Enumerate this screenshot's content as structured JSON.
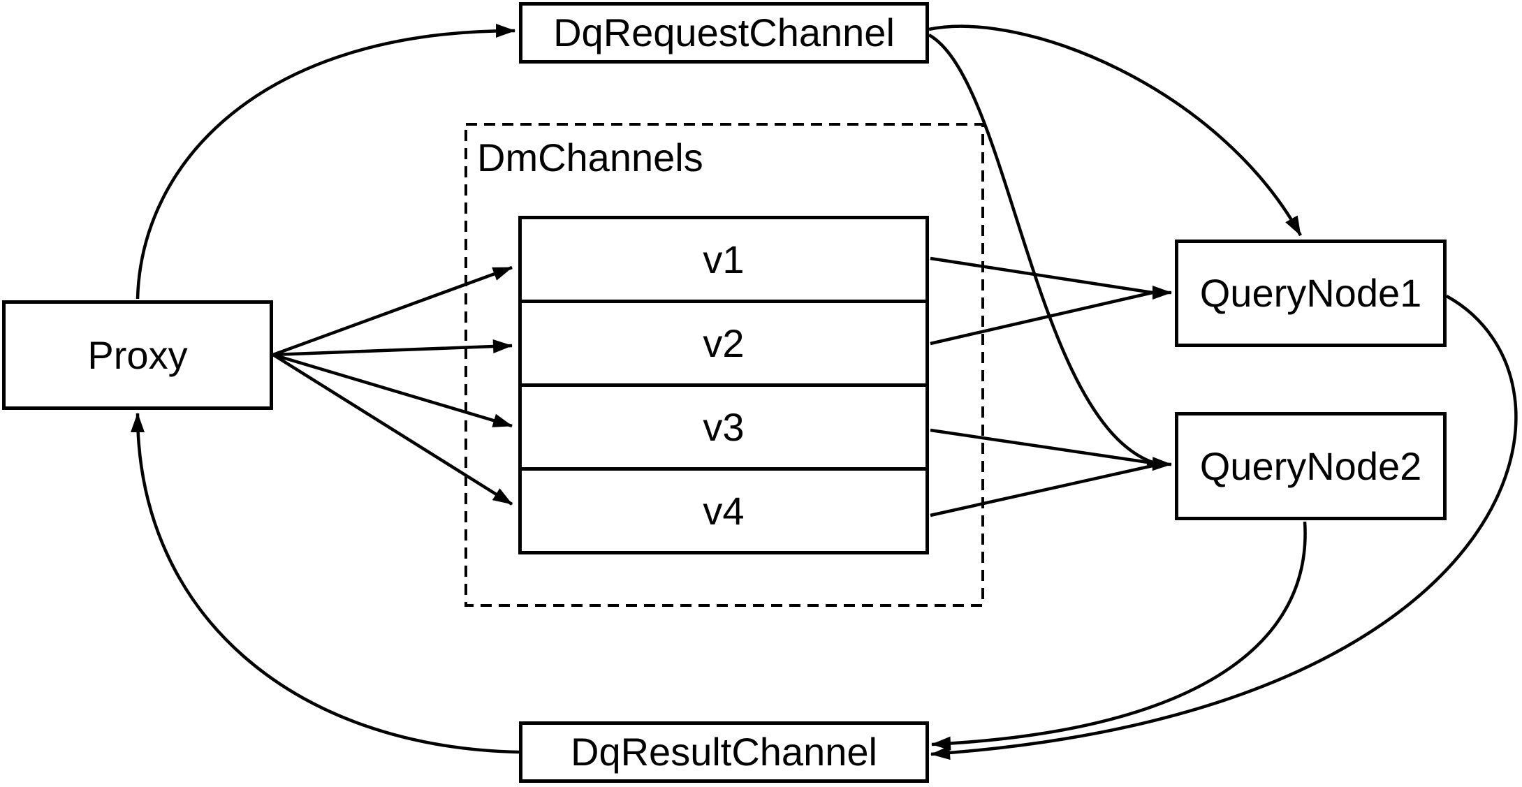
{
  "diagram": {
    "background_color": "#ffffff",
    "stroke_color": "#000000",
    "nodes": {
      "proxy": {
        "label": "Proxy"
      },
      "dq_request_channel": {
        "label": "DqRequestChannel"
      },
      "dm_channels": {
        "label": "DmChannels"
      },
      "query_node_1": {
        "label": "QueryNode1"
      },
      "query_node_2": {
        "label": "QueryNode2"
      },
      "dq_result_channel": {
        "label": "DqResultChannel"
      }
    },
    "channels": [
      {
        "label": "v1"
      },
      {
        "label": "v2"
      },
      {
        "label": "v3"
      },
      {
        "label": "v4"
      }
    ],
    "edges": [
      {
        "from": "Proxy",
        "to": "DqRequestChannel"
      },
      {
        "from": "Proxy",
        "to": "v1"
      },
      {
        "from": "Proxy",
        "to": "v2"
      },
      {
        "from": "Proxy",
        "to": "v3"
      },
      {
        "from": "Proxy",
        "to": "v4"
      },
      {
        "from": "DqRequestChannel",
        "to": "QueryNode1"
      },
      {
        "from": "DqRequestChannel",
        "to": "QueryNode2"
      },
      {
        "from": "v1",
        "to": "QueryNode1"
      },
      {
        "from": "v2",
        "to": "QueryNode1"
      },
      {
        "from": "v3",
        "to": "QueryNode2"
      },
      {
        "from": "v4",
        "to": "QueryNode2"
      },
      {
        "from": "QueryNode1",
        "to": "DqResultChannel"
      },
      {
        "from": "QueryNode2",
        "to": "DqResultChannel"
      },
      {
        "from": "DqResultChannel",
        "to": "Proxy"
      }
    ]
  }
}
